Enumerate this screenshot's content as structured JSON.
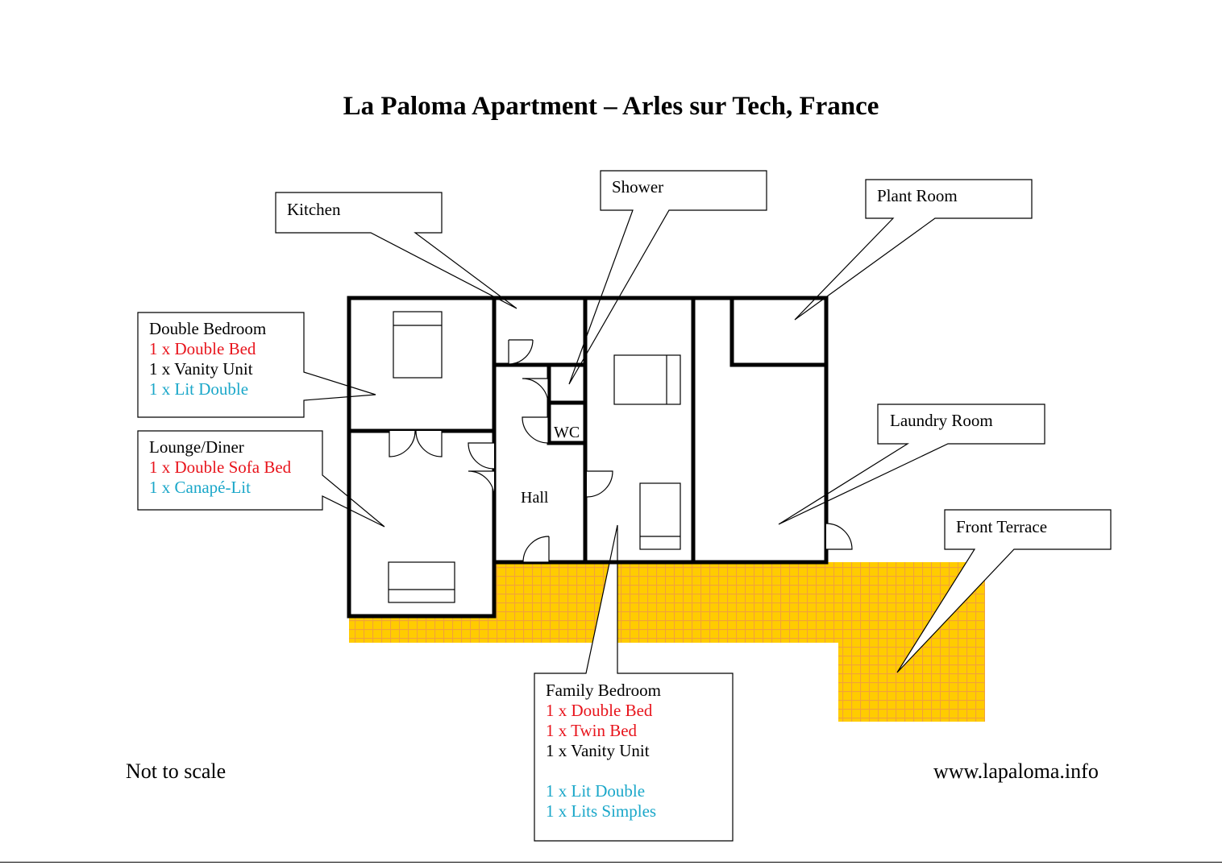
{
  "title": "La Paloma Apartment – Arles sur Tech, France",
  "colors": {
    "wall": "#000000",
    "terrace_fill": "#ffcc00",
    "terrace_grid": "#f2a23a",
    "red_text": "#e8141c",
    "cyan_text": "#1aa7c9"
  },
  "callouts": {
    "kitchen": {
      "label": "Kitchen"
    },
    "shower": {
      "label": "Shower"
    },
    "plant_room": {
      "label": "Plant Room"
    },
    "double_bedroom": {
      "title": "Double Bedroom",
      "lines": [
        "1 x Double Bed",
        "1 x Vanity Unit",
        "1 x Lit Double"
      ]
    },
    "lounge_diner": {
      "title": "Lounge/Diner",
      "lines": [
        "1 x Double Sofa Bed",
        "1 x Canapé-Lit"
      ]
    },
    "laundry_room": {
      "label": "Laundry Room"
    },
    "front_terrace": {
      "label": "Front Terrace"
    },
    "family_bedroom": {
      "title": "Family Bedroom",
      "lines": [
        "1 x Double Bed",
        "1 x Twin Bed",
        "1 x Vanity Unit",
        "1 x Lit Double",
        "1 x Lits Simples"
      ]
    }
  },
  "room_labels": {
    "wc": "WC",
    "hall": "Hall"
  },
  "footer": {
    "scale_note": "Not to scale",
    "website": "www.lapaloma.info"
  }
}
